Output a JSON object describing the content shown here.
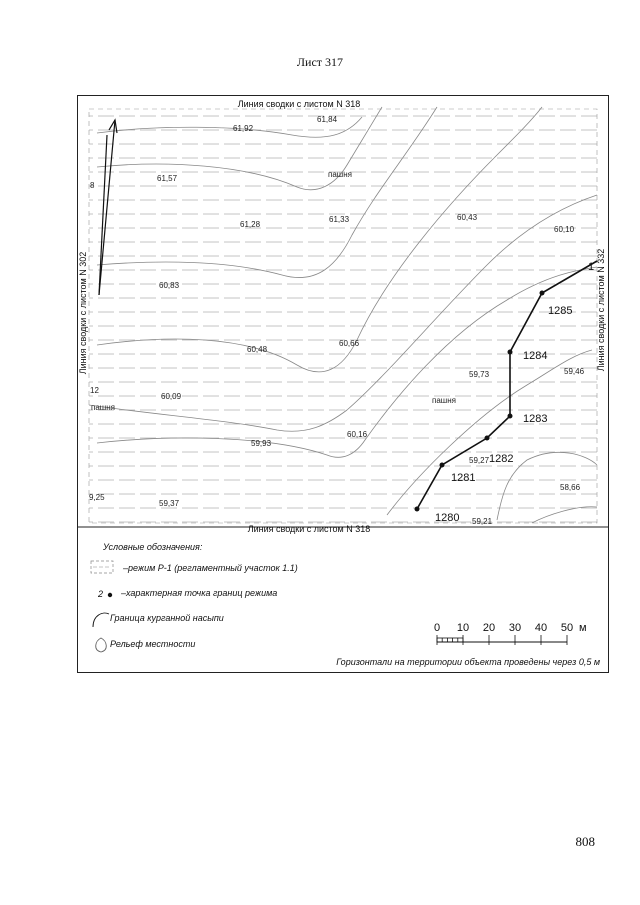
{
  "sheet_title": "Лист 317",
  "page_number": "808",
  "map": {
    "edge_labels": {
      "top": "Линия сводки с листом N 318",
      "bottom": "Линия сводки с листом N 318",
      "left": "Линия сводки с листом N 302",
      "right": "Линия сводки с листом N 332"
    },
    "spot_heights": [
      "61,84",
      "61,92",
      "61,57",
      "61,28",
      "61,33",
      "60,43",
      "60,10",
      "60,83",
      "60,48",
      "60,66",
      "59,73",
      "59,46",
      "60,09",
      "60,16",
      "59,93",
      "59,27",
      "58,66",
      "59,37",
      "59,21",
      "9,25"
    ],
    "land_labels": [
      "пашня",
      "пашня"
    ],
    "edge_marks": [
      "8",
      "12",
      "1"
    ],
    "boundary_points": [
      "1280",
      "1281",
      "1282",
      "1283",
      "1284",
      "1285"
    ]
  },
  "legend": {
    "title": "Условные обозначения:",
    "items": [
      {
        "symbol": "hatch",
        "number": "",
        "label": "–режим Р-1 (регламентный участок 1.1)"
      },
      {
        "symbol": "point",
        "number": "2",
        "label": "–характерная точка границ режима"
      },
      {
        "symbol": "mound",
        "number": "",
        "label": "Граница курганной насыпи"
      },
      {
        "symbol": "relief",
        "number": "",
        "label": "Рельеф местности"
      }
    ],
    "scale": {
      "ticks": [
        "0",
        "10",
        "20",
        "30",
        "40",
        "50"
      ],
      "unit": "м"
    },
    "contour_note": "Горизонтали на территории объекта проведены через 0,5 м"
  }
}
